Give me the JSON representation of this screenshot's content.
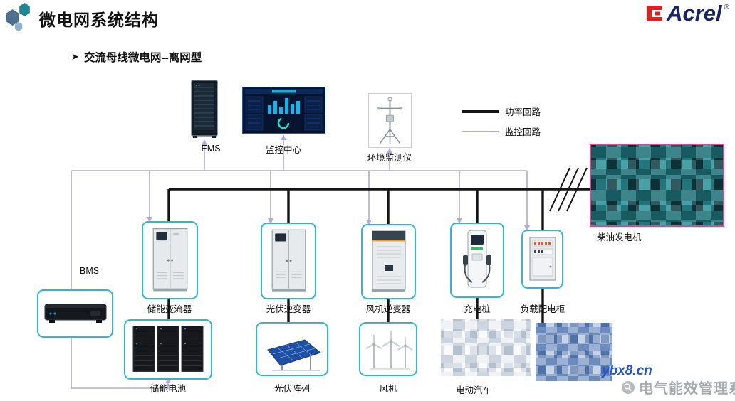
{
  "header": {
    "title": "微电网系统结构",
    "brand": "Acrel",
    "brand_reg": "®"
  },
  "subtitle": {
    "arrow": "➤",
    "text": "交流母线微电网--离网型"
  },
  "legend": {
    "power": "功率回路",
    "monitor": "监控回路"
  },
  "nodes": {
    "ems": "EMS",
    "monitor_center": "监控中心",
    "env_monitor": "环境监测仪",
    "diesel_generator": "柴油发电机",
    "bms": "BMS",
    "storage_converter": "储能变流器",
    "pv_inverter": "光伏逆变器",
    "wind_inverter": "风机逆变器",
    "charging_pile": "充电桩",
    "load_cabinet": "负载配电柜",
    "storage_battery": "储能电池",
    "pv_array": "光伏阵列",
    "wind_turbine": "风机",
    "ev": "电动汽车"
  },
  "watermark": {
    "site": "ybx8.cn",
    "brand": "电气能效管理系统"
  },
  "colors": {
    "accent_box": "#35b6cf",
    "diesel_border": "#e8418c",
    "power_wire": "#141414",
    "monitor_wire": "#b3aad8",
    "brand_red": "#d42424",
    "brand_navy": "#1a2464",
    "watermark_blue": "#2456cc",
    "watermark_gray": "#a8abae"
  }
}
